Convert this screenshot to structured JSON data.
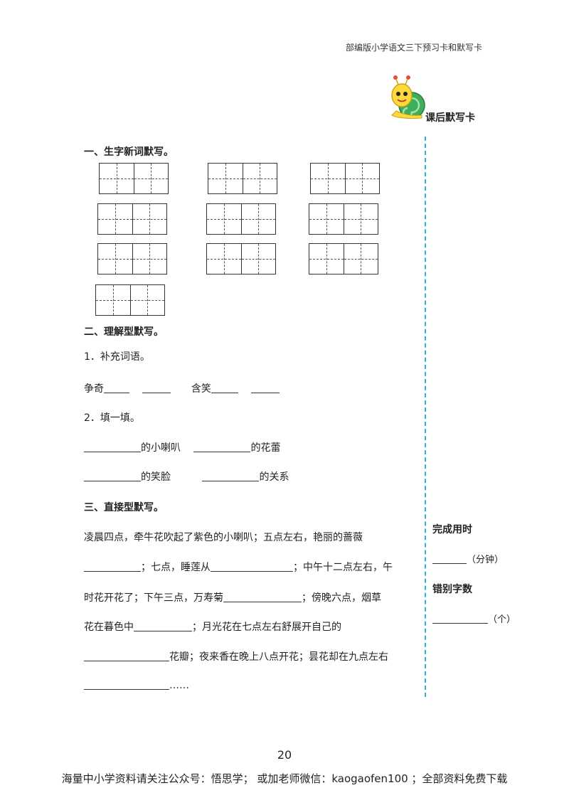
{
  "header": {
    "book_title": "部编版小学语文三下预习卡和默写卡",
    "card_title": "课后默写卡"
  },
  "sections": {
    "s1_title": "一、生字新词默写。",
    "s2_title": "二、理解型默写。",
    "s3_title": "三、直接型默写。"
  },
  "part2": {
    "q1_label": "1．补充词语。",
    "q1_word1": "争奇",
    "q1_word2": "含笑",
    "q2_label": "2．填一填。",
    "q2_items": [
      "的小喇叭",
      "的花蕾",
      "的笑脸",
      "的关系"
    ]
  },
  "part3": {
    "line1": "凌晨四点，牵牛花吹起了紫色的小喇叭；五点左右，艳丽的蔷薇",
    "line2_a": "；七点，睡莲从",
    "line2_b": "；中午十二点左右，午",
    "line3_a": "时花开花了；下午三点，万寿菊",
    "line3_b": "；傍晚六点，烟草",
    "line4_a": "花在暮色中",
    "line4_b": "；月光花在七点左右舒展开自己的",
    "line5_a": "花瓣；夜来香在晚上八点开花；昙花却在九点左右",
    "line6_a": "……"
  },
  "sidebar": {
    "time_label": "完成用时",
    "time_unit": "（分钟）",
    "errors_label": "错别字数",
    "errors_unit": "（个）"
  },
  "page_number": "20",
  "footer": "海量中小学资料请关注公众号：悟思学；  或加老师微信：kaogaofen100 ；全部资料免费下载"
}
